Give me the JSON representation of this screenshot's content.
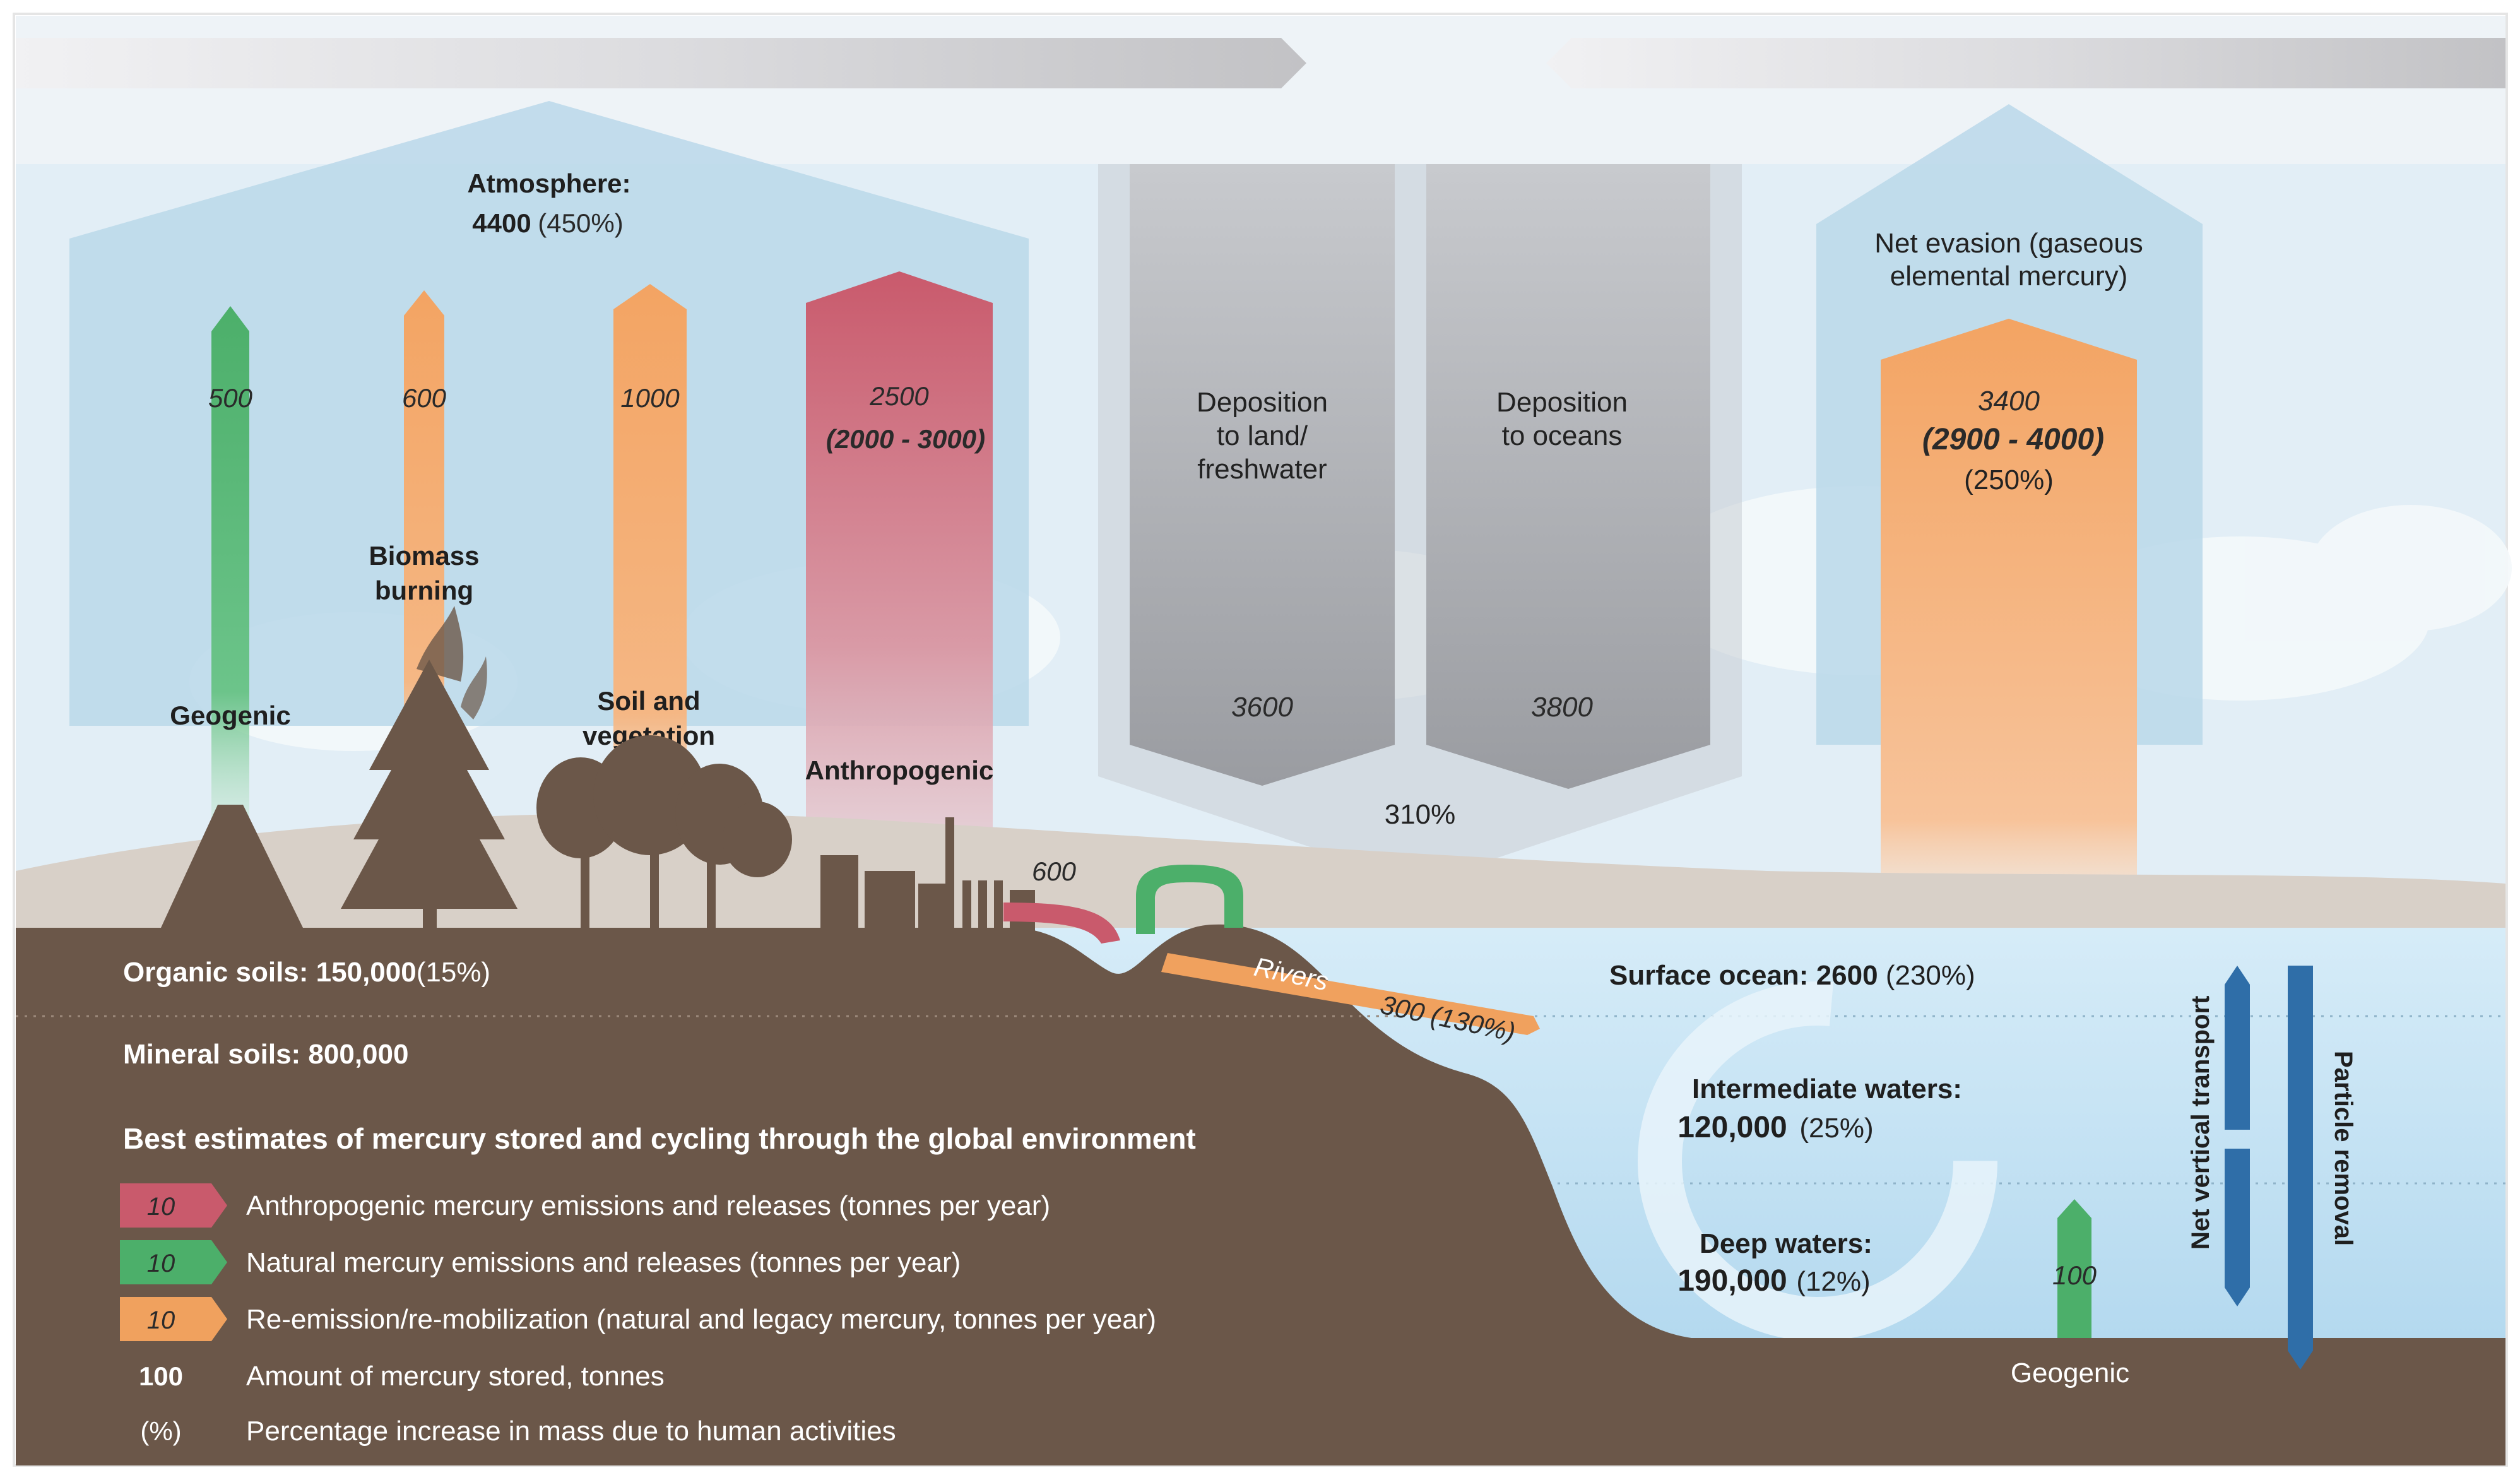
{
  "atmosphere": {
    "label": "Atmosphere:",
    "value": "4400",
    "pct": "(450%)"
  },
  "sources": {
    "geogenic": {
      "label": "Geogenic",
      "value": "500"
    },
    "biomass": {
      "label_line1": "Biomass",
      "label_line2": "burning",
      "value": "600"
    },
    "soil_veg": {
      "label_line1": "Soil and",
      "label_line2": "vegetation",
      "value": "1000"
    },
    "anthropogenic": {
      "label": "Anthropogenic",
      "value": "2500",
      "range": "(2000 - 3000)"
    }
  },
  "deposition": {
    "land": {
      "line1": "Deposition",
      "line2": "to land/",
      "line3": "freshwater",
      "value": "3600"
    },
    "oceans": {
      "line1": "Deposition",
      "line2": "to oceans",
      "value": "3800"
    },
    "pct": "310%"
  },
  "evasion": {
    "line1": "Net evasion (gaseous",
    "line2": "elemental mercury)",
    "value": "3400",
    "range": "(2900 - 4000)",
    "pct": "(250%)"
  },
  "rivers": {
    "input_value": "600",
    "label": "Rivers",
    "output_value": "300 (130%)"
  },
  "soils": {
    "organic": {
      "label": "Organic soils:",
      "value": "150,000",
      "pct": "(15%)"
    },
    "mineral": {
      "label": "Mineral soils:",
      "value": "800,000"
    }
  },
  "ocean": {
    "surface": {
      "label": "Surface ocean:",
      "value": "2600",
      "pct": "(230%)"
    },
    "intermediate": {
      "label": "Intermediate waters:",
      "value": "120,000",
      "pct": "(25%)"
    },
    "deep": {
      "label": "Deep waters:",
      "value": "190,000",
      "pct": "(12%)"
    },
    "geogenic": {
      "label": "Geogenic",
      "value": "100"
    },
    "vertical_transport": "Net vertical transport",
    "particle_removal": "Particle removal"
  },
  "legend": {
    "title": "Best estimates of mercury stored and cycling through the global environment",
    "items": [
      {
        "symbol": "10",
        "text": "Anthropogenic mercury emissions and releases (tonnes per year)",
        "color": "#c95a6c"
      },
      {
        "symbol": "10",
        "text": "Natural mercury emissions and releases (tonnes per year)",
        "color": "#4caf6a"
      },
      {
        "symbol": "10",
        "text": "Re-emission/re-mobilization (natural and legacy mercury, tonnes per year)",
        "color": "#f0a15e"
      },
      {
        "symbol": "100",
        "text": "Amount of mercury stored, tonnes"
      },
      {
        "symbol": "(%)",
        "text": "Percentage increase in mass due to human activities"
      }
    ]
  },
  "colors": {
    "anthropogenic": "#c95a6c",
    "natural": "#4caf6a",
    "reemission": "#f0a15e",
    "ground": "#6b5749",
    "ocean": "#c7e4f5",
    "transport": "#2f6ea8"
  }
}
